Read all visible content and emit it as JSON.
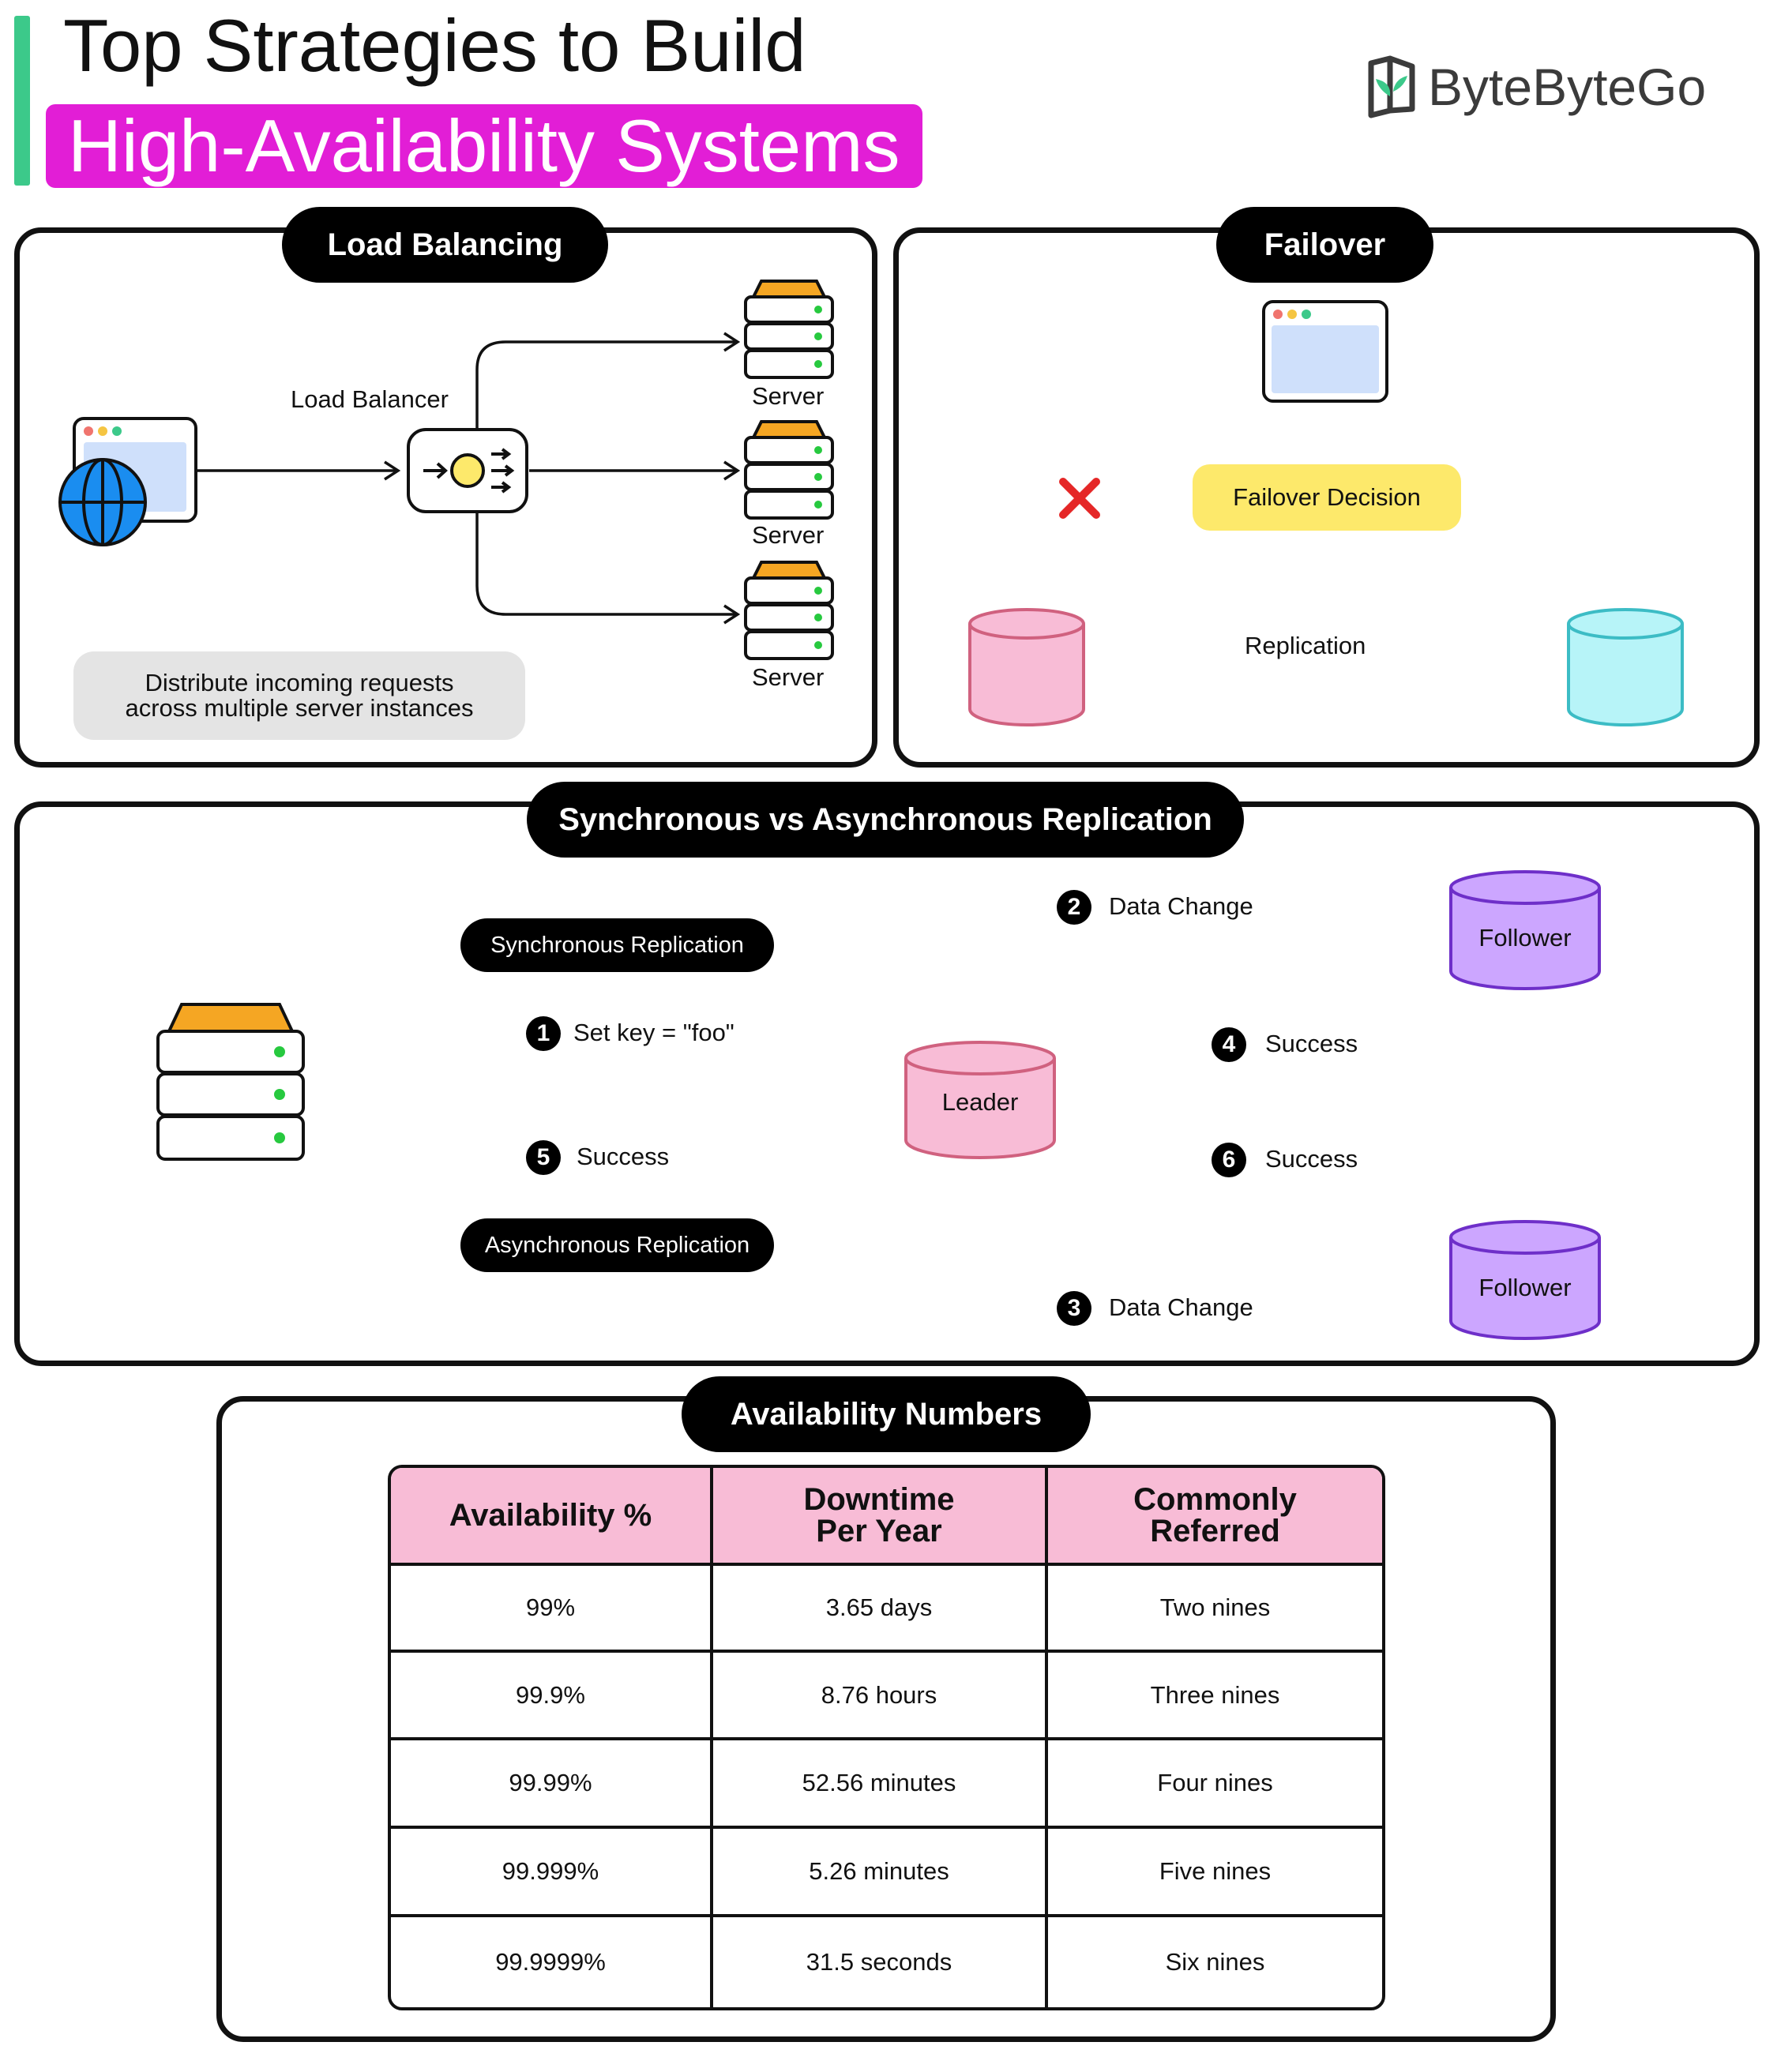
{
  "title": {
    "line1": "Top Strategies to Build",
    "line2": "High-Availability Systems"
  },
  "brand": {
    "name": "ByteByteGo"
  },
  "load_balancing": {
    "heading": "Load Balancing",
    "balancer_label": "Load Balancer",
    "servers": [
      "Server",
      "Server",
      "Server"
    ],
    "caption_line1": "Distribute incoming requests",
    "caption_line2": "across multiple server instances"
  },
  "failover": {
    "heading": "Failover",
    "decision_label": "Failover Decision",
    "replication_label": "Replication"
  },
  "replication": {
    "heading": "Synchronous vs Asynchronous Replication",
    "sync_pill": "Synchronous Replication",
    "async_pill": "Asynchronous Replication",
    "leader_label": "Leader",
    "follower_labels": [
      "Follower",
      "Follower"
    ],
    "steps": [
      {
        "num": "1",
        "label": "Set key = \"foo\""
      },
      {
        "num": "2",
        "label": "Data Change"
      },
      {
        "num": "3",
        "label": "Data Change"
      },
      {
        "num": "4",
        "label": "Success"
      },
      {
        "num": "5",
        "label": "Success"
      },
      {
        "num": "6",
        "label": "Success"
      }
    ]
  },
  "availability": {
    "heading": "Availability Numbers",
    "headers": [
      {
        "l1": "Availability %",
        "l2": ""
      },
      {
        "l1": "Downtime",
        "l2": "Per Year"
      },
      {
        "l1": "Commonly",
        "l2": "Referred"
      }
    ],
    "rows": [
      [
        "99%",
        "3.65 days",
        "Two nines"
      ],
      [
        "99.9%",
        "8.76 hours",
        "Three nines"
      ],
      [
        "99.99%",
        "52.56 minutes",
        "Four nines"
      ],
      [
        "99.999%",
        "5.26 minutes",
        "Five nines"
      ],
      [
        "99.9999%",
        "31.5 seconds",
        "Six nines"
      ]
    ]
  },
  "colors": {
    "accent": "#3cc98a",
    "title_highlight": "#e21ed6",
    "sync_arrow": "#d61f1f",
    "async_arrow": "#1aab2a",
    "leader_db": "#f8bcd6",
    "follower_db": "#cca6ff",
    "replica_db": "#b7f4f8",
    "decision_box": "#fde96b",
    "table_header": "#f8bcd6"
  }
}
